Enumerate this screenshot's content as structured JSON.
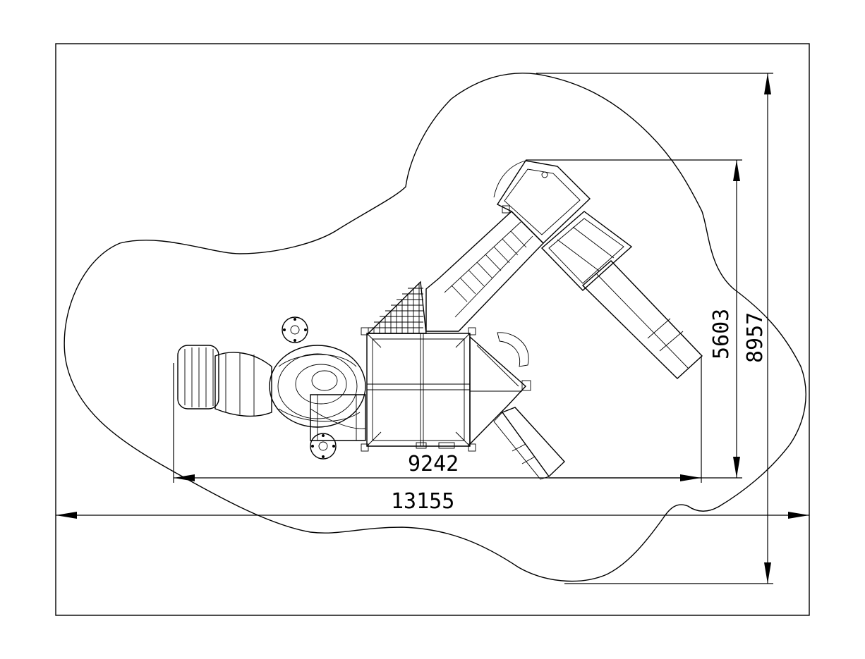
{
  "drawing": {
    "dimensions": {
      "overall_width": "13155",
      "overall_height": "8957",
      "equipment_width": "9242",
      "equipment_height": "5603"
    }
  }
}
